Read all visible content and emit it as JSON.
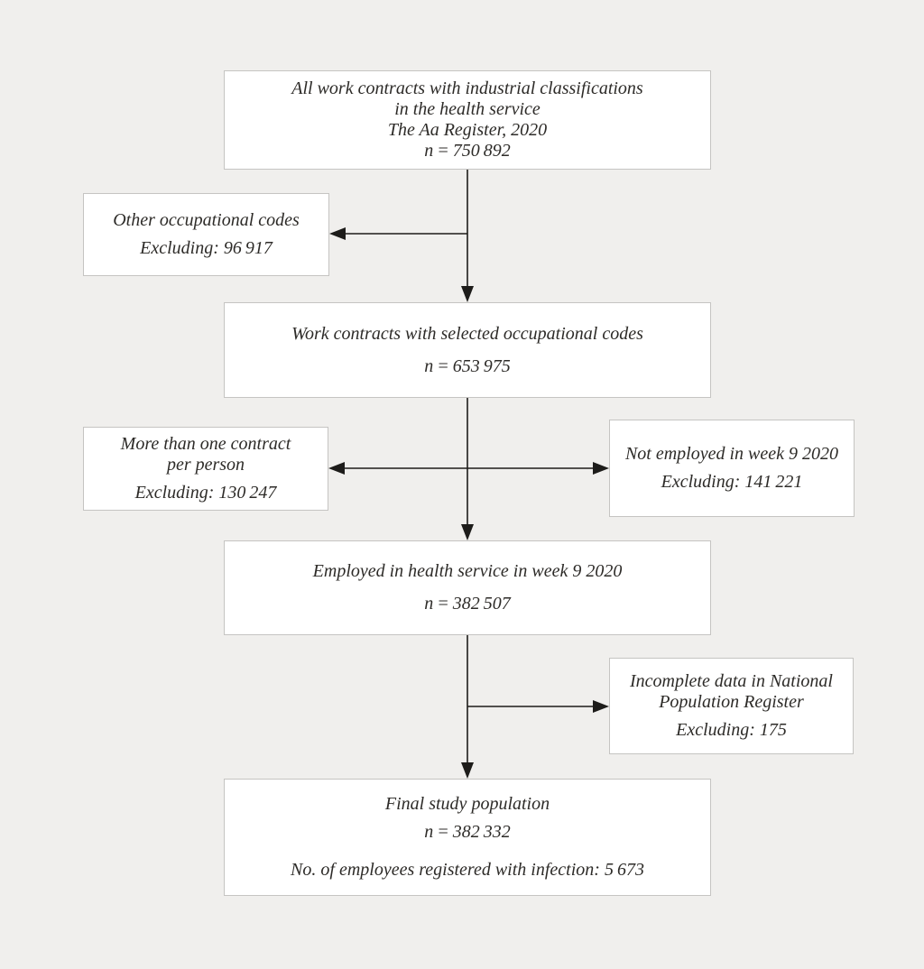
{
  "theme": {
    "background": "#f0efed",
    "box_background": "#ffffff",
    "box_border": "#c5c4c2",
    "text": "#2d2b28",
    "arrow": "#1d1c1a"
  },
  "flowchart": {
    "type": "study-population-flow-diagram",
    "boxes": {
      "all_contracts": {
        "lines": [
          "All work contracts with industrial classifications",
          "in the health service",
          "The Aa Register, 2020",
          "n = 750 892"
        ]
      },
      "other_codes": {
        "lines": [
          "Other occupational codes",
          "Excluding: 96 917"
        ]
      },
      "selected_codes": {
        "lines": [
          "Work contracts with selected occupational codes",
          "n = 653 975"
        ]
      },
      "multi_contract": {
        "lines": [
          "More than one contract",
          "per person",
          "Excluding: 130 247"
        ]
      },
      "not_employed": {
        "lines": [
          "Not employed in week 9 2020",
          "Excluding: 141 221"
        ]
      },
      "employed_week9": {
        "lines": [
          "Employed in health service in week 9 2020",
          "n = 382 507"
        ]
      },
      "incomplete_data": {
        "lines": [
          "Incomplete data in National",
          "Population Register",
          "Excluding: 175"
        ]
      },
      "final_population": {
        "lines": [
          "Final study population",
          "n = 382 332",
          "No. of employees registered with infection: 5 673"
        ]
      }
    }
  }
}
